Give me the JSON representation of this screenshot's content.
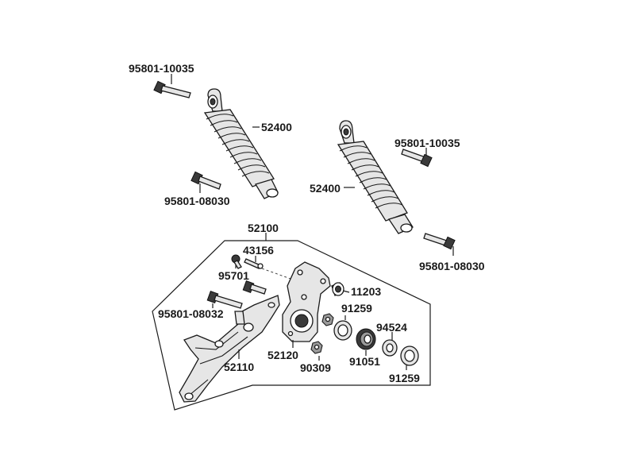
{
  "labels": {
    "bolt_top_left": "95801-10035",
    "shock_left": "52400",
    "bolt_bottom_left": "95801-08030",
    "bolt_top_right": "95801-10035",
    "shock_right": "52400",
    "bolt_bottom_right": "95801-08030",
    "assembly": "52100",
    "spring_pin": "43156",
    "small_bolt": "95701",
    "bolt_bracket": "95801-08032",
    "bracket": "52110",
    "hub_plate": "52120",
    "collar": "11203",
    "seal_upper": "91259",
    "nut": "90309",
    "washer": "94524",
    "bearing": "91051",
    "seal_lower": "91259"
  }
}
